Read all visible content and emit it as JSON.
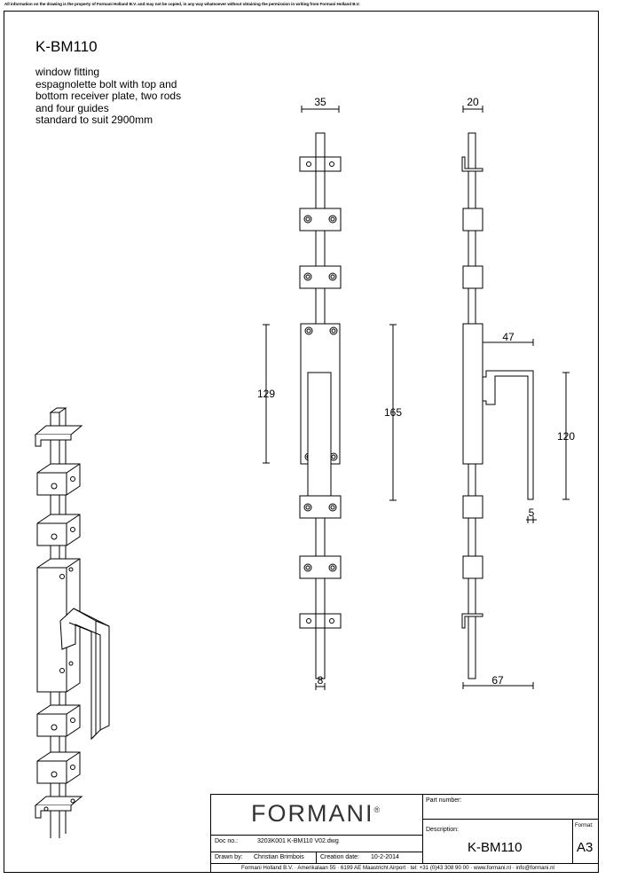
{
  "disclaimer": "All information on the drawing is the property of Formani Holland B.V. and may not be copied, in any way whatsoever without obtaining the permission in writing from Formani Holland B.V.",
  "product": {
    "code": "K-BM110",
    "description_lines": [
      "window fitting",
      "espagnolette bolt with top and",
      "bottom receiver plate, two rods",
      "and four guides",
      "standard to suit 2900mm"
    ]
  },
  "dimensions": {
    "front_width": "35",
    "side_width": "20",
    "height_129": "129",
    "height_165": "165",
    "projection_47": "47",
    "handle_height": "120",
    "handle_thickness": "5",
    "rod_diameter": "8",
    "depth_67": "67"
  },
  "title_block": {
    "brand": "FORMANI",
    "brand_mark": "®",
    "part_number_label": "Part number:",
    "description_label": "Description:",
    "description_value": "K-BM110",
    "format_label": "Format:",
    "format_value": "A3",
    "doc_no_label": "Doc no.:",
    "doc_no_value": "3203K001 K-BM110 V02.dwg",
    "drawn_by_label": "Drawn by:",
    "drawn_by_value": "Christian Brimbois",
    "creation_date_label": "Creation date:",
    "creation_date_value": "10-2-2014",
    "address": "Formani Holland B.V. · Amerikalaan 55 · 6199 AE Maastricht Airport · tel: +31 (0)43 308 90 00 · www.formani.nl · info@formani.nl"
  }
}
